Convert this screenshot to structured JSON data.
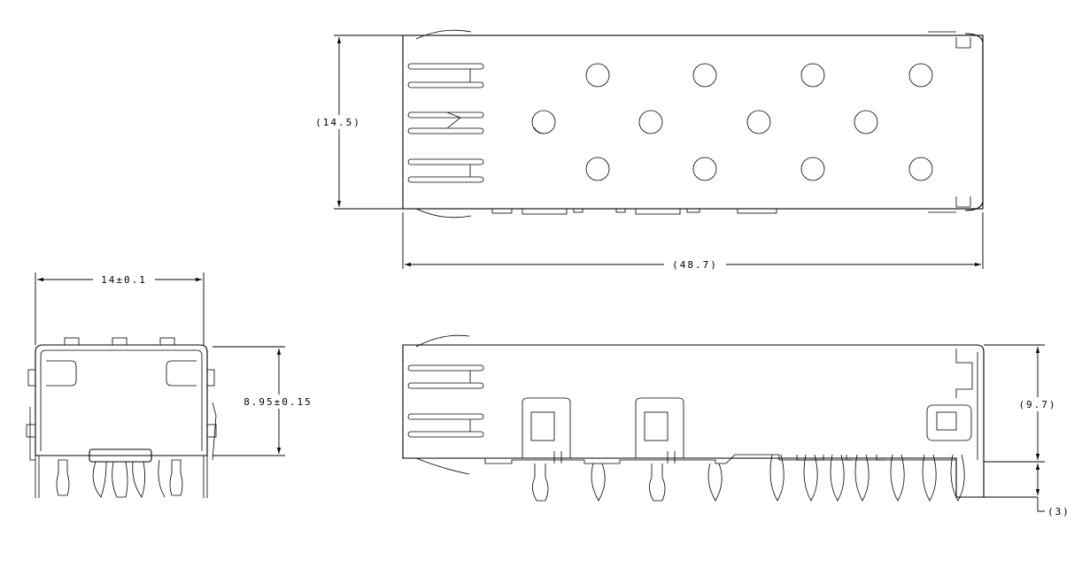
{
  "dimensions": {
    "top_height": "(14.5)",
    "top_length": "(48.7)",
    "front_width": "14±0.1",
    "front_height": "8.95±0.15",
    "side_height": "(9.7)",
    "side_pin": "(3)"
  },
  "views": [
    {
      "name": "top-view"
    },
    {
      "name": "front-view"
    },
    {
      "name": "side-view"
    }
  ]
}
